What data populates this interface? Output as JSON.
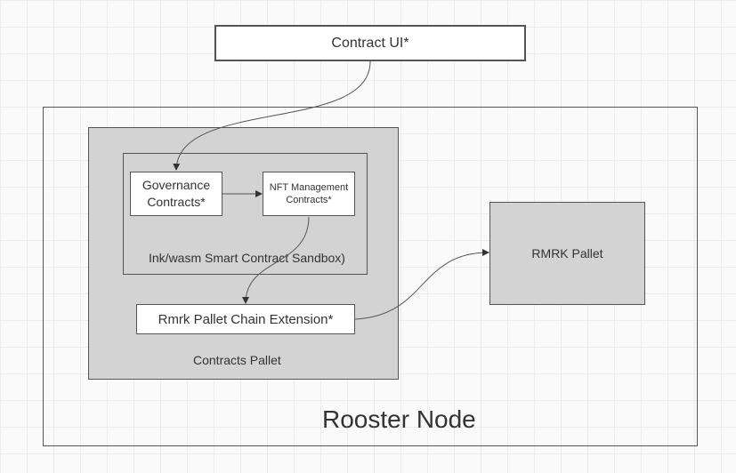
{
  "contract_ui": {
    "label": "Contract UI*"
  },
  "rooster_node": {
    "label": "Rooster Node"
  },
  "contracts_pallet": {
    "label": "Contracts Pallet"
  },
  "sandbox": {
    "label": "Ink/wasm Smart Contract Sandbox)"
  },
  "governance": {
    "line1": "Governance",
    "line2": "Contracts*"
  },
  "nft_management": {
    "line1": "NFT Management",
    "line2": "Contracts*"
  },
  "chain_extension": {
    "label": "Rmrk Pallet Chain Extension*"
  },
  "rmrk_pallet": {
    "label": "RMRK Pallet"
  },
  "colors": {
    "container_fill": "#d3d3d3",
    "box_fill": "#ffffff",
    "stroke": "#555555",
    "text": "#333333"
  }
}
